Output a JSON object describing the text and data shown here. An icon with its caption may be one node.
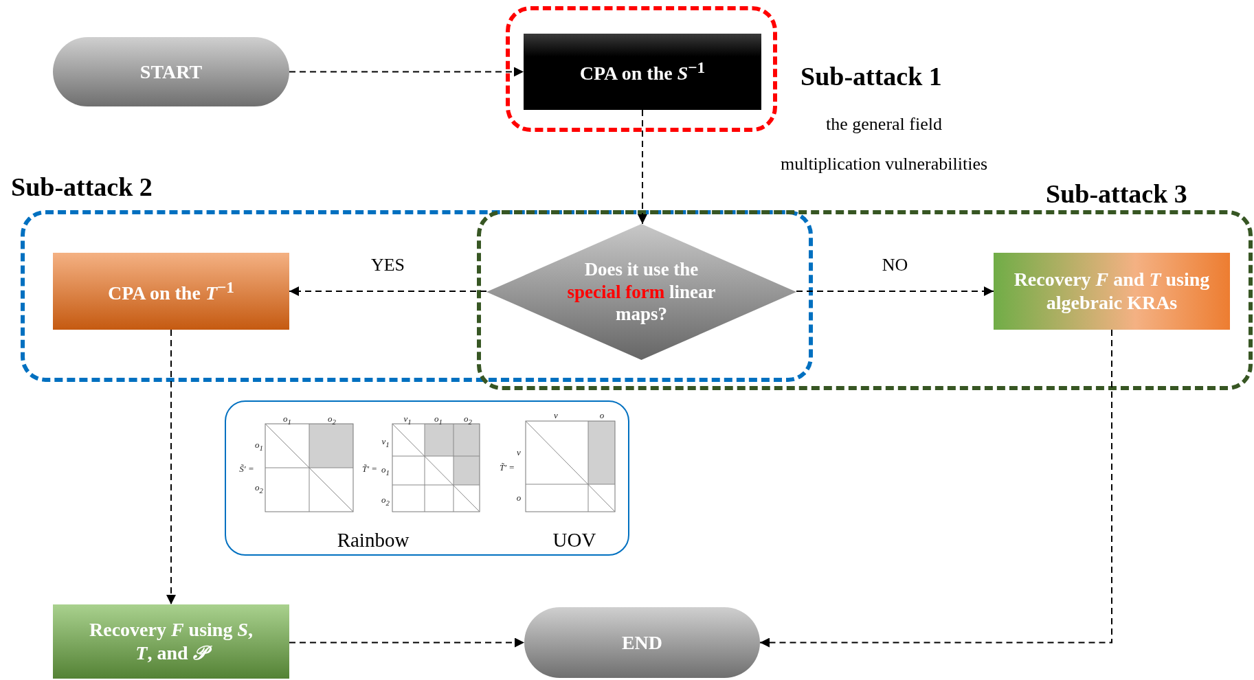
{
  "diagram": {
    "nodes": [
      {
        "text": [
          "START"
        ]
      },
      {
        "text": [
          "Sub-attack 1"
        ],
        "beside": [
          "the general field multiplication vulnerabilities"
        ]
      },
      {
        "text": [
          "CPA on the *S*$^{−1}$"
        ],
        "in": 1
      },
      {
        "text": [
          "Sub-attack 2"
        ]
      },
      {
        "text": [
          "Sub-attack 3"
        ]
      },
      {
        "text": [
          "CPA on the *T*$^{−1}$"
        ],
        "in": 3
      },
      {
        "text": [
          "Does it use the **special form** linear maps?"
        ]
      },
      {
        "text": [
          "Recovery *F* and *T* using algebraic KRAs"
        ],
        "in": 4
      },
      {
        "text": [
          "Rainbow",
          "UOV"
        ]
      },
      {
        "text": [
          "Recovery *F* using *S*, *T*, and *𝒫*"
        ]
      },
      {
        "text": [
          "END"
        ]
      }
    ],
    "edges": [
      {
        "from": 0,
        "to": 2,
        "arrow": "to",
        "style": "dashed"
      },
      {
        "from": 2,
        "to": 6,
        "arrow": "to",
        "style": "dashed"
      },
      {
        "from": 6,
        "to": 5,
        "arrow": "to",
        "style": "dashed",
        "label": "YES"
      },
      {
        "from": 6,
        "to": 7,
        "arrow": "to",
        "style": "dashed",
        "label": "NO"
      },
      {
        "from": 5,
        "to": 9,
        "arrow": "to",
        "style": "dashed"
      },
      {
        "from": 9,
        "to": 10,
        "arrow": "to",
        "style": "dashed"
      },
      {
        "from": 7,
        "to": 10,
        "arrow": "to",
        "style": "dashed"
      }
    ],
    "labels": [
      "o$_{1}$",
      "o$_{2}$",
      "o$_{1}$",
      "S̃′ =",
      "o$_{2}$",
      "v$_{1}$",
      "o$_{1}$",
      "o$_{2}$",
      "v$_{1}$",
      "T̃′ =",
      "o$_{1}$",
      "o$_{2}$",
      "v",
      "o",
      "v",
      "T̃′ =",
      "o"
    ]
  }
}
